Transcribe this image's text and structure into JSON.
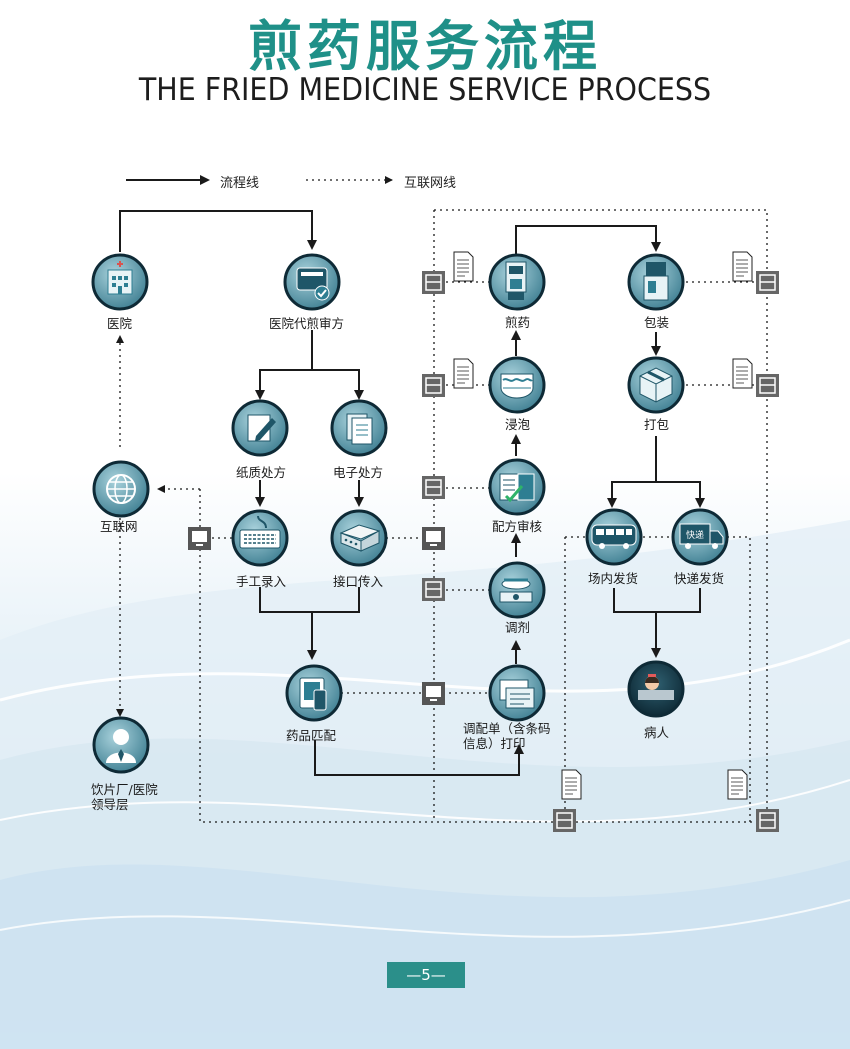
{
  "header": {
    "title": "煎药服务流程",
    "subtitle": "THE FRIED MEDICINE SERVICE PROCESS"
  },
  "legend": {
    "solid_label": "流程线",
    "dotted_label": "互联网线"
  },
  "nodes": {
    "hospital": "医院",
    "internet": "互联网",
    "leadership_line1": "饮片厂/医院",
    "leadership_line2": "领导层",
    "review": "医院代煎审方",
    "paper_rx": "纸质处方",
    "electronic_rx": "电子处方",
    "manual_entry": "手工录入",
    "interface_entry": "接口传入",
    "drug_match": "药品匹配",
    "print_line1": "调配单（含条码",
    "print_line2": "信息）打印",
    "dispense": "调剂",
    "recipe_review": "配方审核",
    "soak": "浸泡",
    "decoct": "煎药",
    "package": "包装",
    "wrap": "打包",
    "onsite": "场内发货",
    "express": "快递发货",
    "patient": "病人",
    "truck_tag": "快递"
  },
  "page_number": "5",
  "colors": {
    "title": "#1f9088",
    "icon_dark": "#12333f",
    "icon_ring": "#6fa9b8",
    "icon_fill": "#2e7e92",
    "page_tag": "#2b8f8a",
    "line": "#1a1a1a"
  },
  "icons": {
    "hospital": "hospital-building-icon",
    "internet": "globe-icon",
    "leadership": "person-icon",
    "review": "printer-check-icon",
    "paper_rx": "pen-paper-icon",
    "electronic_rx": "document-icon",
    "manual_entry": "keyboard-icon",
    "interface_entry": "network-device-icon",
    "drug_match": "tablet-device-icon",
    "print": "printer-icon",
    "dispense": "scale-icon",
    "recipe_review": "checklist-icon",
    "soak": "water-basin-icon",
    "decoct": "decoction-machine-icon",
    "package": "packaging-machine-icon",
    "wrap": "box-icon",
    "onsite": "bus-icon",
    "express": "delivery-truck-icon",
    "patient": "sick-person-icon",
    "document": "document-icon",
    "scanner": "barcode-scanner-icon",
    "monitor": "monitor-icon"
  }
}
